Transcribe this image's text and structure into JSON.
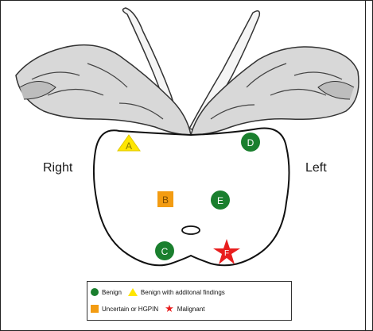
{
  "labels": {
    "right": "Right",
    "left": "Left"
  },
  "markers": [
    {
      "letter": "A",
      "type": "triangle",
      "color": "#ffe600",
      "text_color": "#8a7a00"
    },
    {
      "letter": "B",
      "type": "square",
      "color": "#f39c12",
      "text_color": "#7a4a00"
    },
    {
      "letter": "C",
      "type": "circle",
      "color": "#1a7f2e",
      "text_color": "#ffffff"
    },
    {
      "letter": "D",
      "type": "circle",
      "color": "#1a7f2e",
      "text_color": "#ffffff"
    },
    {
      "letter": "E",
      "type": "circle",
      "color": "#1a7f2e",
      "text_color": "#ffffff"
    },
    {
      "letter": "F",
      "type": "star",
      "color": "#e81e1e",
      "text_color": "#ffffff"
    }
  ],
  "legend": {
    "benign": "Benign",
    "benign_additional": "Benign with additonal findings",
    "uncertain": "Uncertain or HGPIN",
    "malignant": "Malignant"
  },
  "colors": {
    "benign": "#1a7f2e",
    "benign_additional": "#ffe600",
    "uncertain": "#f39c12",
    "malignant": "#e81e1e"
  }
}
